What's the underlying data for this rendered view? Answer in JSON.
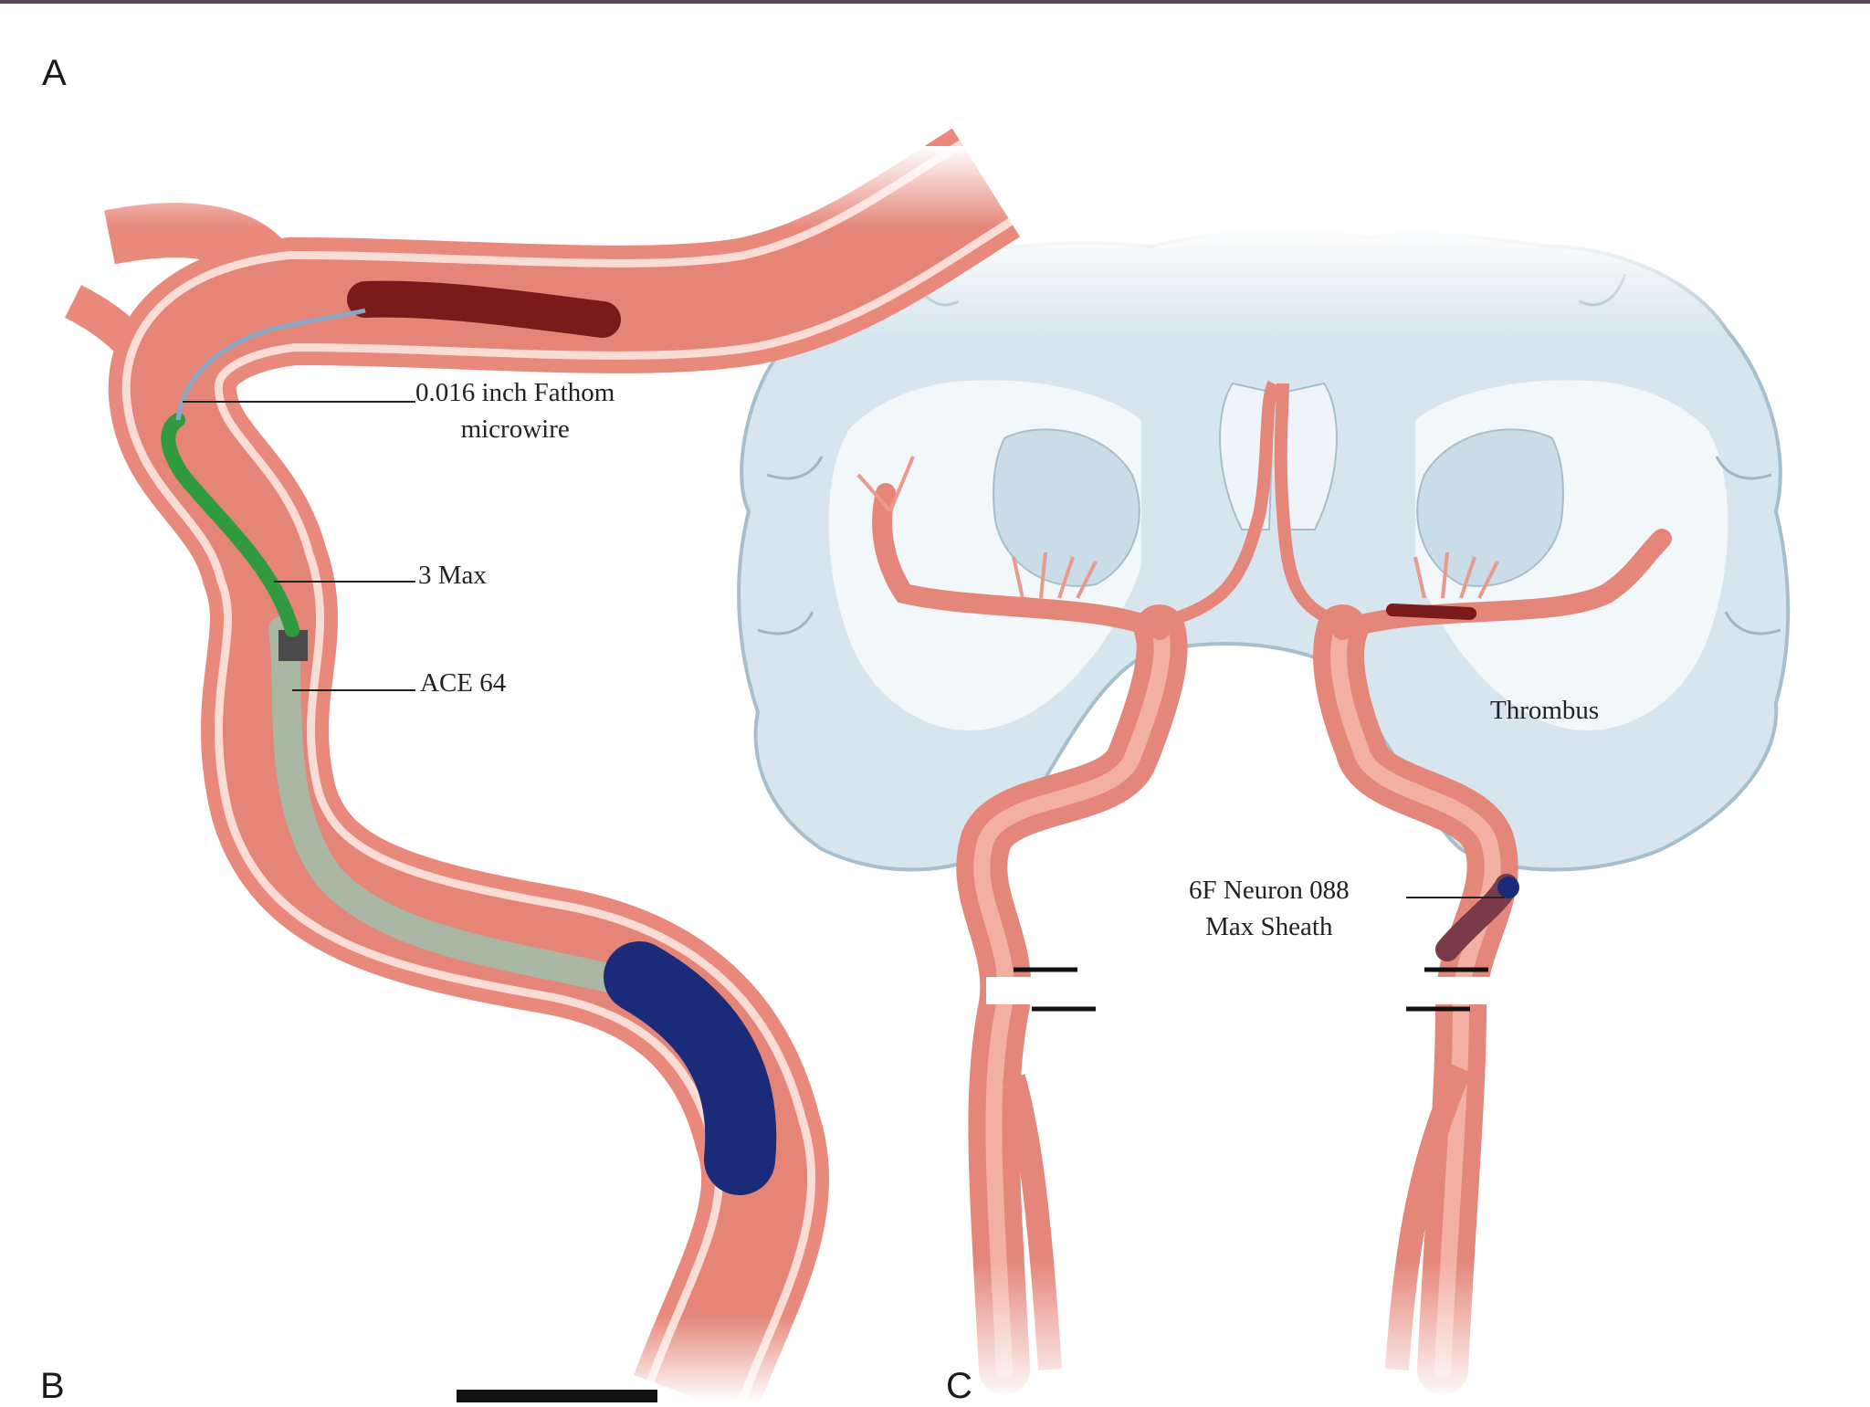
{
  "panels": {
    "a": "A",
    "b": "B",
    "c": "C"
  },
  "labels": {
    "microwire": {
      "line1": "0.016 inch Fathom",
      "line2": "microwire"
    },
    "max3": "3 Max",
    "ace64": "ACE 64",
    "thrombus": "Thrombus",
    "sheath": {
      "line1": "6F Neuron 088",
      "line2": "Max Sheath"
    }
  },
  "colors": {
    "vessel": "#e8867a",
    "vessel_dark": "#c5554c",
    "vessel_lumen": "#f0a99c",
    "vessel_wall": "#f7d6cf",
    "thrombus": "#7a1a1a",
    "microcatheter": "#2f9a3f",
    "aspiration_catheter": "#8fbf8a",
    "sheath": "#1c2a7a",
    "brain": "#d8e6ef",
    "brain_white": "#f5f9fb",
    "brain_outline": "#9fb6c4"
  }
}
